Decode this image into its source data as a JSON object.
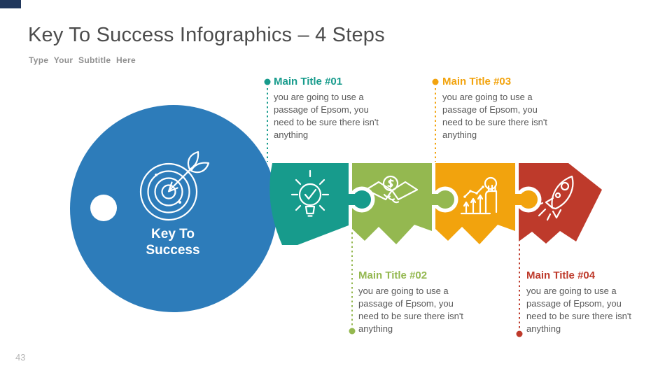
{
  "slide": {
    "title": "Key To Success Infographics – 4 Steps",
    "subtitle": "Type Your Subtitle Here",
    "center_label": "Key To Success",
    "page_number": "43"
  },
  "steps": [
    {
      "title": "Main Title #01",
      "body": "you are going to use a passage of Epsom, you need to be sure there isn't anything",
      "icon": "lightbulb-check-icon",
      "color": "#179B8C",
      "callout_position": "top"
    },
    {
      "title": "Main Title #02",
      "body": "you are going to use a passage of Epsom, you need to be sure there isn't anything",
      "icon": "handshake-dollar-icon",
      "color": "#94B850",
      "callout_position": "bottom"
    },
    {
      "title": "Main Title #03",
      "body": "you are going to use a passage of Epsom, you need to be sure there isn't anything",
      "icon": "growth-hand-icon",
      "color": "#F2A30D",
      "callout_position": "top"
    },
    {
      "title": "Main Title #04",
      "body": "you are going to use a passage of Epsom, you need to be sure there isn't anything",
      "icon": "rocket-icon",
      "color": "#BE3A2B",
      "callout_position": "bottom"
    }
  ],
  "icons": [
    "target-icon",
    "lightbulb-check-icon",
    "handshake-dollar-icon",
    "growth-hand-icon",
    "rocket-icon",
    "bullet-dot"
  ],
  "colors": {
    "teal": "#179B8C",
    "green": "#94B850",
    "orange": "#F2A30D",
    "red": "#BE3A2B",
    "blue": "#2D7CBA",
    "navy": "#20375C",
    "heading": "#4C4C4C",
    "body": "#595959",
    "subtitle": "#8F8F8F",
    "page": "#B5B5B5"
  }
}
